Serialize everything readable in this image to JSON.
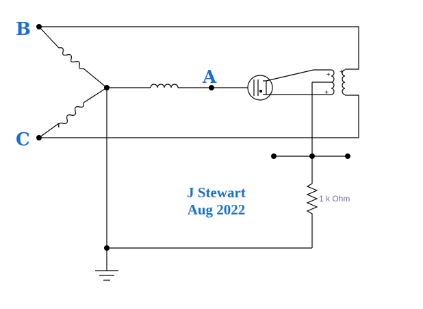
{
  "diagram": {
    "nodes": {
      "a_label": "A",
      "b_label": "B",
      "c_label": "C"
    },
    "resistor_label": "1 k Ohm",
    "author": "J Stewart",
    "date": "Aug 2022",
    "polarity_top": "+",
    "polarity_bottom": "+",
    "polarity_left": "+"
  }
}
